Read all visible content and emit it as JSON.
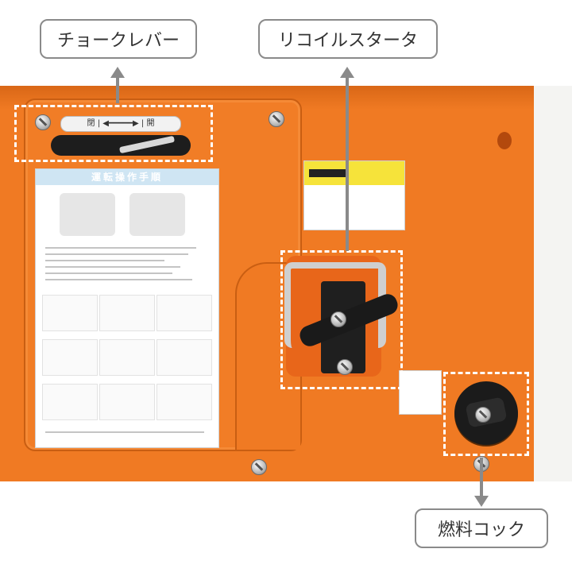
{
  "annotations": {
    "choke_lever": "チョークレバー",
    "recoil_starter": "リコイルスタータ",
    "fuel_cock": "燃料コック"
  },
  "manual": {
    "title": "運転操作手順"
  },
  "choke_strip": {
    "text": "閉 | ◀━━━━━▶ | 開"
  },
  "colors": {
    "generator_orange": "#f07a23",
    "callout_border": "#8a8a8a",
    "dashed_highlight": "#ffffff"
  }
}
